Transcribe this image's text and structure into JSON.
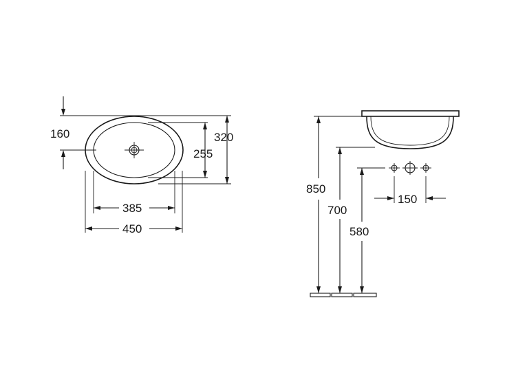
{
  "dimensions": {
    "height_offset": "160",
    "outer_depth": "320",
    "inner_depth": "255",
    "inner_width": "385",
    "outer_width": "450",
    "total_height": "850",
    "mid_height": "700",
    "low_height": "580",
    "tap_spacing": "150"
  },
  "colors": {
    "line": "#1a1a1a",
    "background": "#ffffff"
  },
  "icons": {
    "drain": "drain-icon",
    "tap": "tap-hole-icon"
  }
}
